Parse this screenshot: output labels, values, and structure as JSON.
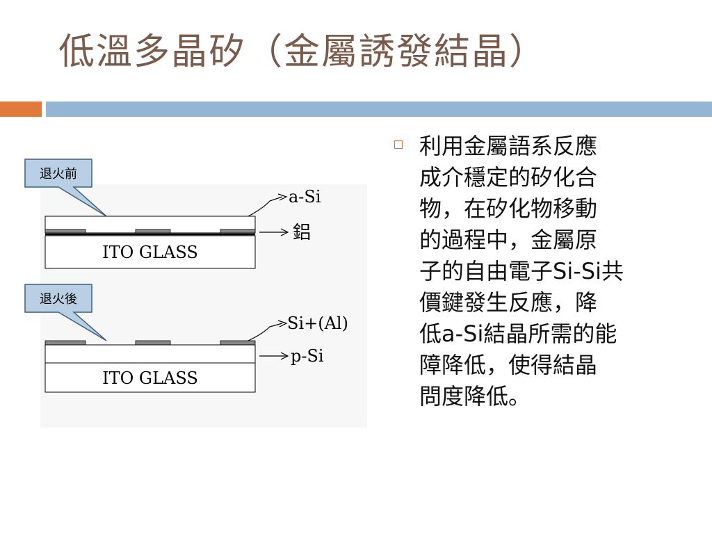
{
  "slide": {
    "title": "低溫多晶矽（金屬誘發結晶）",
    "colors": {
      "title": "#7a5a4a",
      "accent_orange": "#e07a3c",
      "accent_blue": "#94b6d2"
    }
  },
  "figure": {
    "before": {
      "callout": "退火前",
      "substrate_label": "ITO GLASS",
      "layer_labels": [
        "a-Si",
        "鋁"
      ]
    },
    "after": {
      "callout": "退火後",
      "substrate_label": "ITO GLASS",
      "layer_labels": [
        "Si+(Al)",
        "p-Si"
      ]
    }
  },
  "bullet": {
    "lines": [
      "利用金屬語系反應",
      "成介穩定的矽化合",
      "物，在矽化物移動",
      "的過程中，金屬原",
      "子的自由電子Si-Si共",
      "價鍵發生反應，降",
      "低a-Si結晶所需的能",
      "障降低，使得結晶",
      "問度降低。"
    ]
  }
}
